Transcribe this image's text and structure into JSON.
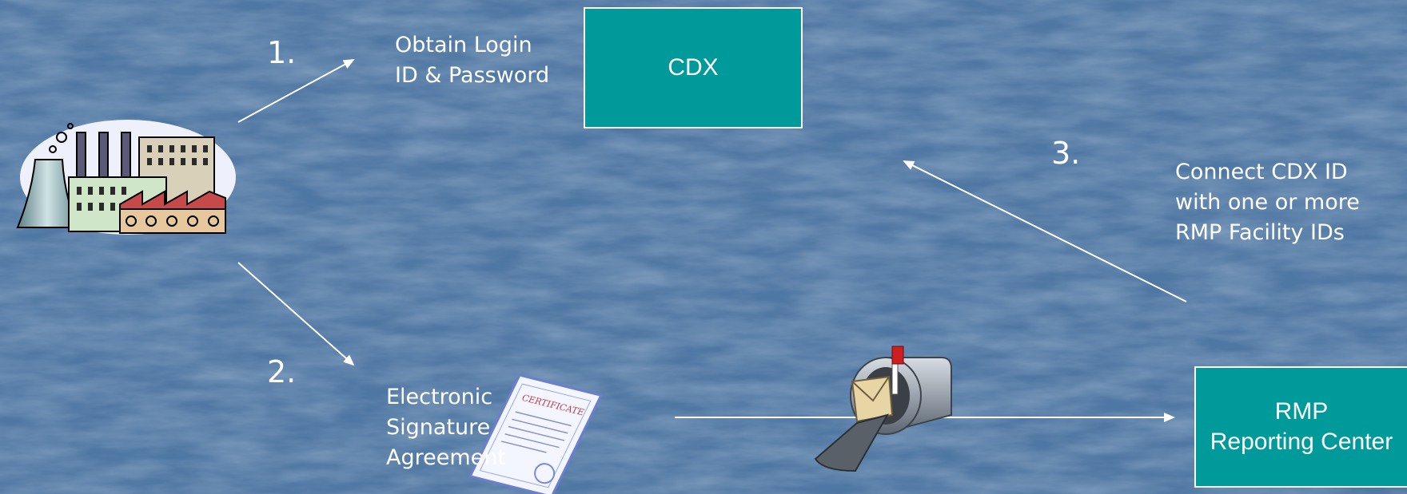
{
  "steps": {
    "one": "1.",
    "two": "2.",
    "three": "3."
  },
  "labels": {
    "obtain": "Obtain Login\nID & Password",
    "connect": "Connect CDX ID\nwith one or more\nRMP Facility IDs",
    "signature": "Electronic\nSignature\nAgreement"
  },
  "boxes": {
    "cdx": "CDX",
    "rmp": "RMP\nReporting Center"
  },
  "icons": {
    "certificate_text": "CERTIFICATE"
  },
  "colors": {
    "background": "#4f77a3",
    "box_fill": "#009a9a",
    "text": "#ffffff"
  }
}
